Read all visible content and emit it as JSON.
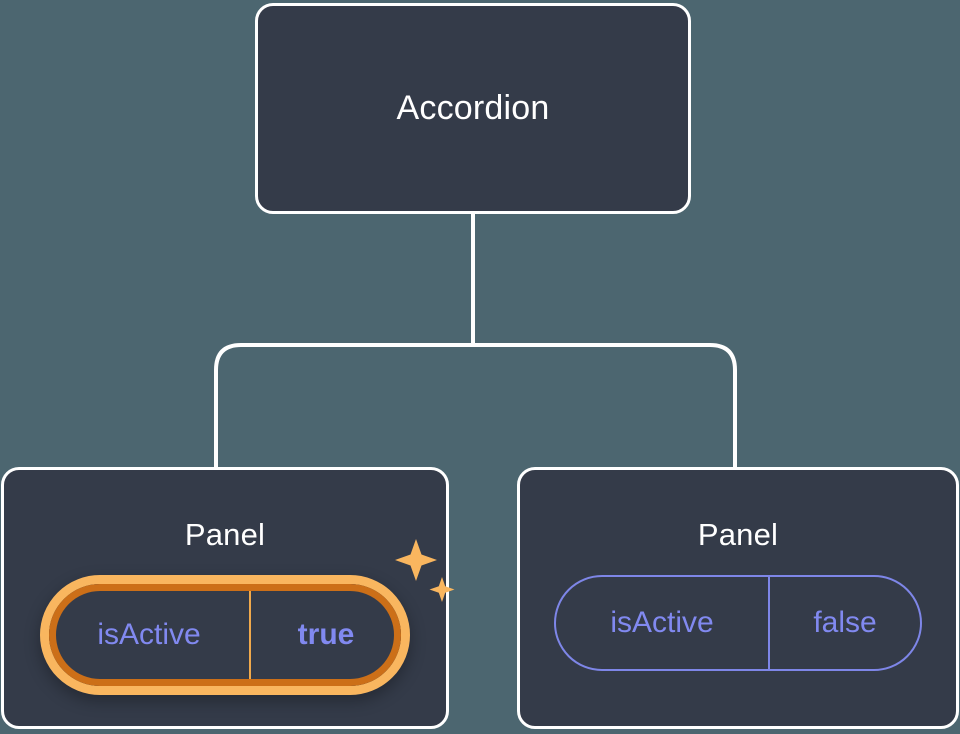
{
  "canvas": {
    "background_color": "#4c6670",
    "node_fill_color": "#343b49",
    "node_border_color": "#ffffff",
    "edge_color": "#ffffff",
    "highlight_color": "#f9b65f",
    "highlight_ring_color": "#cc6f18",
    "prop_color": "#8189f0"
  },
  "tree": {
    "root": {
      "title": "Accordion"
    },
    "children": [
      {
        "title": "Panel",
        "highlighted": true,
        "prop": {
          "key": "isActive",
          "value": "true"
        },
        "decoration": "sparkles-icon"
      },
      {
        "title": "Panel",
        "highlighted": false,
        "prop": {
          "key": "isActive",
          "value": "false"
        }
      }
    ]
  }
}
